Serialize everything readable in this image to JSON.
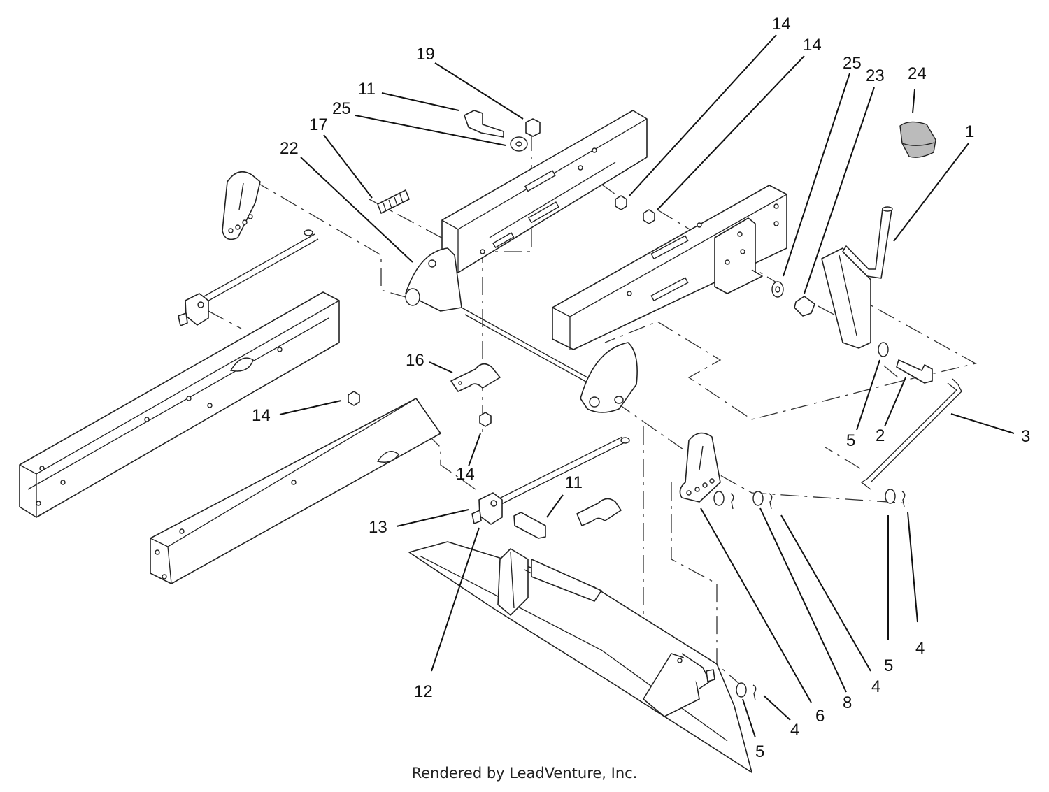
{
  "diagram": {
    "footer": "Rendered by LeadVenture, Inc.",
    "callouts": [
      {
        "id": "c-14a",
        "label": "14"
      },
      {
        "id": "c-14b",
        "label": "14"
      },
      {
        "id": "c-25a",
        "label": "25"
      },
      {
        "id": "c-23",
        "label": "23"
      },
      {
        "id": "c-24",
        "label": "24"
      },
      {
        "id": "c-19",
        "label": "19"
      },
      {
        "id": "c-11a",
        "label": "11"
      },
      {
        "id": "c-25b",
        "label": "25"
      },
      {
        "id": "c-17",
        "label": "17"
      },
      {
        "id": "c-22",
        "label": "22"
      },
      {
        "id": "c-1",
        "label": "1"
      },
      {
        "id": "c-16",
        "label": "16"
      },
      {
        "id": "c-14c",
        "label": "14"
      },
      {
        "id": "c-14d",
        "label": "14"
      },
      {
        "id": "c-5a",
        "label": "5"
      },
      {
        "id": "c-2",
        "label": "2"
      },
      {
        "id": "c-3",
        "label": "3"
      },
      {
        "id": "c-11b",
        "label": "11"
      },
      {
        "id": "c-13",
        "label": "13"
      },
      {
        "id": "c-12",
        "label": "12"
      },
      {
        "id": "c-6",
        "label": "6"
      },
      {
        "id": "c-8",
        "label": "8"
      },
      {
        "id": "c-4a",
        "label": "4"
      },
      {
        "id": "c-5b",
        "label": "5"
      },
      {
        "id": "c-4b",
        "label": "4"
      },
      {
        "id": "c-4c",
        "label": "4"
      },
      {
        "id": "c-5c",
        "label": "5"
      }
    ]
  }
}
